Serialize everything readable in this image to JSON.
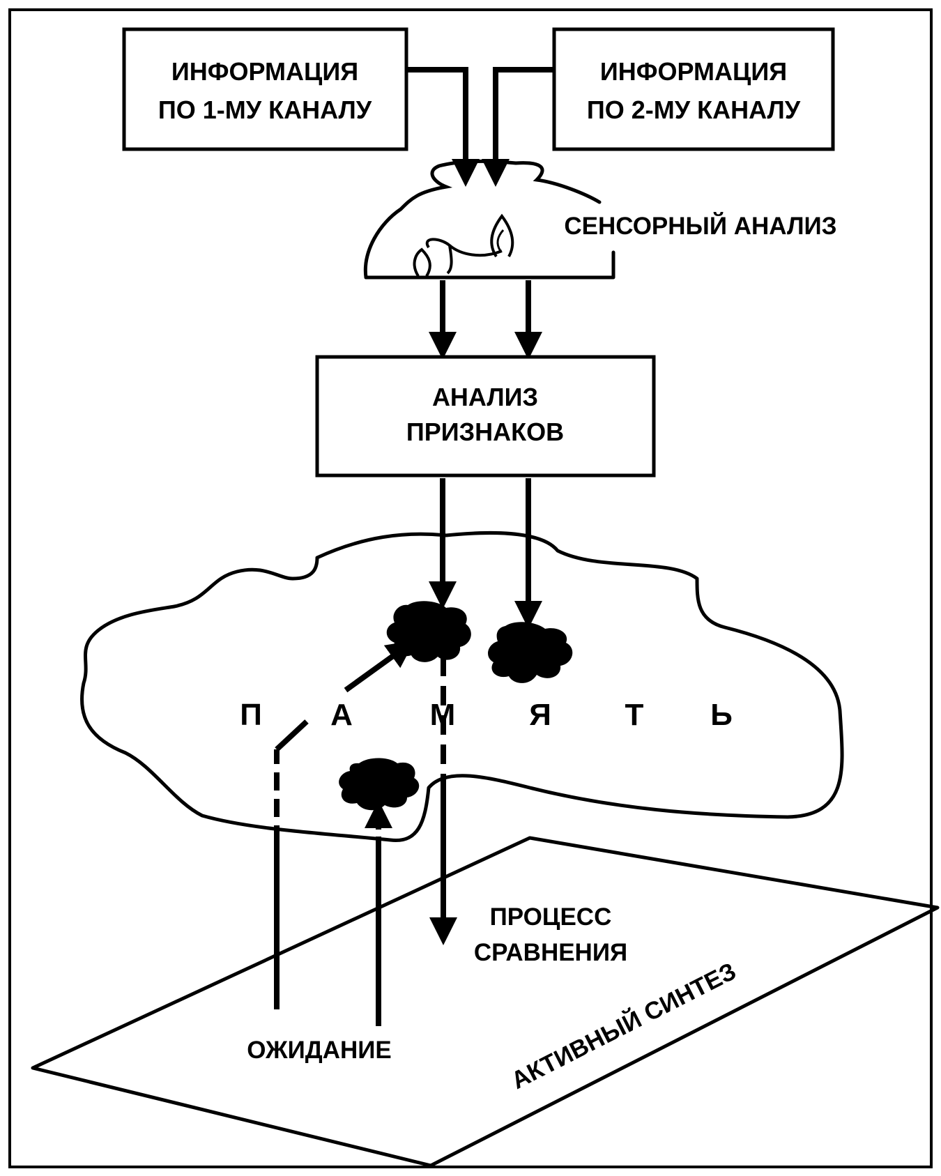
{
  "diagram": {
    "channel1": {
      "line1": "ИНФОРМАЦИЯ",
      "line2": "ПО 1-МУ КАНАЛУ"
    },
    "channel2": {
      "line1": "ИНФОРМАЦИЯ",
      "line2": "ПО 2-МУ КАНАЛУ"
    },
    "sensory": {
      "label": "СЕНСОРНЫЙ АНАЛИЗ"
    },
    "features": {
      "line1": "АНАЛИЗ",
      "line2": "ПРИЗНАКОВ"
    },
    "memory": {
      "letters": [
        "П",
        "А",
        "М",
        "Я",
        "Т",
        "Ь"
      ]
    },
    "comparison": {
      "line1": "ПРОЦЕСС",
      "line2": "СРАВНЕНИЯ"
    },
    "expectation": {
      "label": "ОЖИДАНИЕ"
    },
    "synthesis": {
      "label": "АКТИВНЫЙ СИНТЕЗ"
    },
    "colors": {
      "ink": "#000000",
      "paper": "#ffffff"
    }
  }
}
